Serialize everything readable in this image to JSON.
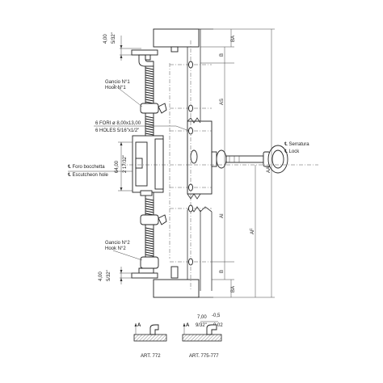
{
  "labels": {
    "dim_top_left": "4,00",
    "dim_top_left_imperial": "5/32\"",
    "dim_bottom_left": "4,00",
    "dim_bottom_left_imperial": "5/32\"",
    "hook1_it": "Gancio N°1",
    "hook1_en": "Hook N°1",
    "hook2_it": "Gancio N°2",
    "hook2_en": "Hook N°2",
    "holes_it": "6 FORI ø 8,00x13,00",
    "holes_en": "6 HOLES 5/16\"x1/2\"",
    "escutcheon_it": "℄ Foro bocchetta",
    "escutcheon_en": "℄ Escutcheon hole",
    "height_metric": "64,00",
    "height_imperial": "2 17/32\"",
    "lock_it": "℄ Serratura",
    "lock_en": "℄ Lock",
    "dim_ba_top": "BA",
    "dim_b_top": "B",
    "dim_as": "AS",
    "dim_ai": "AI",
    "dim_b_bottom": "B",
    "dim_ba_bottom": "BA",
    "dim_af": "AF",
    "dim_aa": "AA",
    "detail_width": "7,00",
    "detail_width_tol": "-0,5",
    "detail_width_imperial": "9/32\"",
    "detail_width_imperial_tol": "-0,02",
    "detail_a_left": "A",
    "detail_a_right": "A",
    "art_left": "ART. 772",
    "art_right": "ART. 775-777"
  }
}
